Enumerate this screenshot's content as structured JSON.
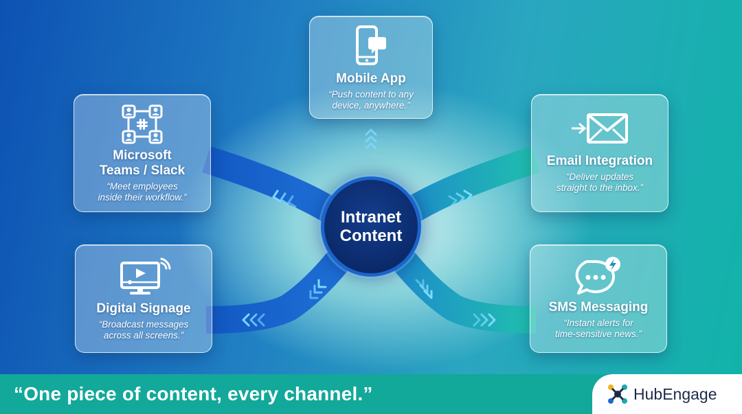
{
  "hub": {
    "title": "Intranet\nContent"
  },
  "channels": {
    "mobile": {
      "title": "Mobile App",
      "description": "“Push content to any\ndevice, anywhere.”",
      "icon": "mobile-phone-icon"
    },
    "teams": {
      "title": "Microsoft\nTeams / Slack",
      "description": "“Meet employees\ninside their workflow.”",
      "icon": "teams-slack-icon"
    },
    "email": {
      "title": "Email Integration",
      "description": "“Deliver updates\nstraight to the inbox.”",
      "icon": "envelope-icon"
    },
    "signage": {
      "title": "Digital Signage",
      "description": "“Broadcast messages\nacross all screens.”",
      "icon": "monitor-broadcast-icon"
    },
    "sms": {
      "title": "SMS Messaging",
      "description": "“Instant alerts for\ntime-sensitive news.”",
      "icon": "chat-bubble-lightning-icon"
    }
  },
  "footer": {
    "tagline": "“One piece of content, every channel.”",
    "brand": "HubEngage",
    "brand_icon": "hubengage-logo-icon"
  },
  "colors": {
    "hub_fill": "#0b2a6b",
    "connector_blue": "#1a63c8",
    "connector_teal": "#17b3a6",
    "footer": "#12a89a"
  }
}
